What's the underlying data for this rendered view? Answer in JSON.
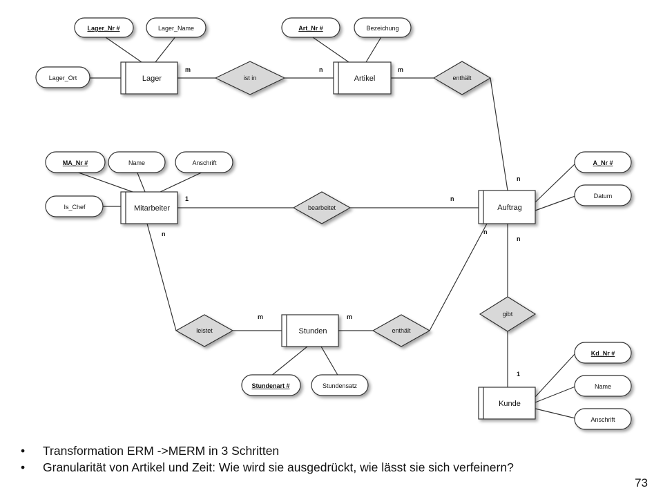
{
  "entities": {
    "lager": "Lager",
    "artikel": "Artikel",
    "mitarbeiter": "Mitarbeiter",
    "auftrag": "Auftrag",
    "stunden": "Stunden",
    "kunde": "Kunde"
  },
  "relationships": {
    "ist_in": "ist in",
    "enthaelt_artikel": "enthält",
    "bearbeitet": "bearbeitet",
    "leistet": "leistet",
    "enthaelt_stunden": "enthält",
    "gibt": "gibt"
  },
  "attributes": {
    "lager_nr": "Lager_Nr #",
    "lager_name": "Lager_Name",
    "lager_ort": "Lager_Ort",
    "art_nr": "Art_Nr #",
    "bezeichung": "Bezeichung",
    "ma_nr": "MA_Nr #",
    "ma_name": "Name",
    "ma_anschrift": "Anschrift",
    "is_chef": "Is_Chef",
    "a_nr": "A_Nr #",
    "datum": "Datum",
    "stundenart": "Stundenart #",
    "stundensatz": "Stundensatz",
    "kd_nr": "Kd_Nr #",
    "kd_name": "Name",
    "kd_anschrift": "Anschrift"
  },
  "cardinalities": {
    "lager_ist_in": "m",
    "artikel_ist_in": "n",
    "artikel_enthaelt": "m",
    "auftrag_enthaelt": "n",
    "mitarbeiter_bearbeitet": "1",
    "auftrag_bearbeitet": "n",
    "mitarbeiter_leistet": "n",
    "stunden_leistet": "m",
    "stunden_enthaelt": "m",
    "auftrag_enthaelt_stunden": "n",
    "auftrag_gibt": "n",
    "kunde_gibt": "1"
  },
  "bullets": [
    "Transformation ERM ->MERM in 3 Schritten",
    "Granularität von Artikel und Zeit: Wie wird sie ausgedrückt, wie lässt sie sich verfeinern?"
  ],
  "page_number": "73"
}
